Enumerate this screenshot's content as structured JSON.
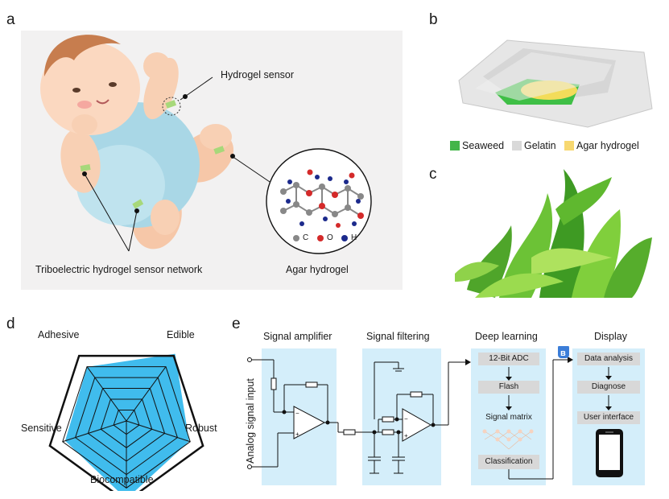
{
  "panel_labels": {
    "a": "a",
    "b": "b",
    "c": "c",
    "d": "d",
    "e": "e"
  },
  "panel_a": {
    "hydrogel_sensor": "Hydrogel sensor",
    "network": "Triboelectric hydrogel sensor network",
    "agar_hydrogel": "Agar hydrogel",
    "legend": {
      "c": "C",
      "o": "O",
      "h": "H"
    }
  },
  "panel_b": {
    "legend": [
      "Seaweed",
      "Gelatin",
      "Agar hydrogel"
    ],
    "colors": {
      "seaweed": "#44b549",
      "gelatin": "#d9d9d9",
      "agar": "#f7d870"
    }
  },
  "panel_d": {
    "axes": [
      "Edible",
      "Robust",
      "Biocompatible",
      "Sensitive",
      "Adhesive"
    ],
    "fill_color": "#36b8ec"
  },
  "panel_e": {
    "stages": [
      "Signal amplifier",
      "Signal filtering",
      "Deep learning",
      "Display"
    ],
    "input_label": "Analog signal input",
    "deep_learning_steps": [
      "12-Bit ADC",
      "Flash",
      "Signal matrix",
      "Classification"
    ],
    "display_steps": [
      "Data analysis",
      "Diagnose",
      "User interface"
    ]
  }
}
